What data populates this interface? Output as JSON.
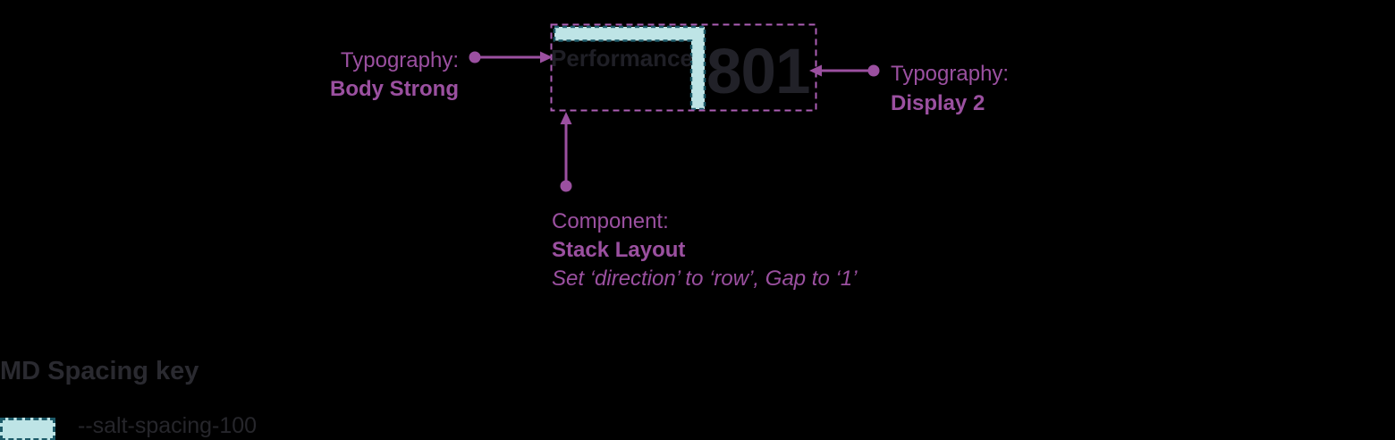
{
  "colors": {
    "background": "#000000",
    "annotation_purple": "#9B50A0",
    "metric_outline_purple": "#AC5EB5",
    "spacing_fill": "#BEE4E6",
    "spacing_border": "#1D5A68",
    "metric_title_color": "#1F1F26",
    "metric_value_color": "#212128",
    "key_heading_color": "#2A2A30",
    "key_token_color": "#26262B"
  },
  "metric": {
    "title": "Performance",
    "value": "801"
  },
  "annotations": {
    "body_strong": {
      "label": "Typography:",
      "value": "Body Strong"
    },
    "display_2": {
      "label": "Typography:",
      "value": "Display 2"
    },
    "component": {
      "label": "Component:",
      "value": "Stack Layout",
      "note": "Set ‘direction’ to ‘row’, Gap to ‘1’"
    }
  },
  "spacing_key": {
    "heading": "MD Spacing key",
    "items": [
      {
        "token": "--salt-spacing-100",
        "swatch": "salt-spacing-100-swatch"
      }
    ]
  }
}
